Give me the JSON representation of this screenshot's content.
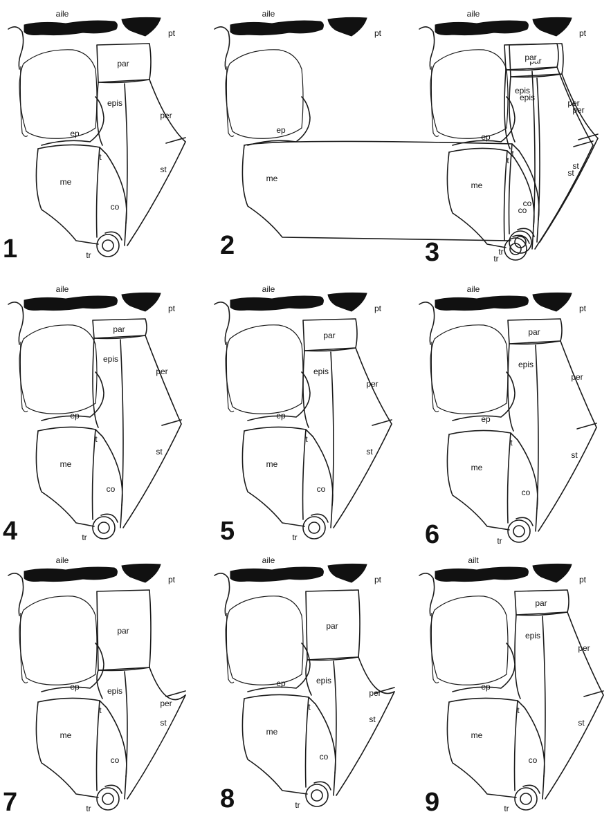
{
  "plate": {
    "panels": [
      {
        "number": "1",
        "labels": {
          "aile": "aile",
          "pt": "pt",
          "par": "par",
          "epis": "epis",
          "per": "per",
          "ep": "ep",
          "t": "t",
          "st": "st",
          "me": "me",
          "co": "co",
          "tr": "tr"
        }
      },
      {
        "number": "2",
        "labels": {
          "aile": "aile",
          "pt": "pt",
          "par": "par",
          "epis": "epis",
          "per": "per",
          "ep": "ep",
          "t": "t",
          "st": "st",
          "me": "me",
          "co": "co",
          "tr": "tr"
        }
      },
      {
        "number": "3",
        "labels": {
          "aile": "aile",
          "pt": "pt",
          "par": "par",
          "epis": "epis",
          "per": "per",
          "ep": "ep",
          "t": "t",
          "st": "st",
          "me": "me",
          "co": "co",
          "tr": "tr"
        }
      },
      {
        "number": "4",
        "labels": {
          "aile": "aile",
          "pt": "pt",
          "par": "par",
          "epis": "epis",
          "per": "per",
          "ep": "ep",
          "t": "t",
          "st": "st",
          "me": "me",
          "co": "co",
          "tr": "tr"
        }
      },
      {
        "number": "5",
        "labels": {
          "aile": "aile",
          "pt": "pt",
          "par": "par",
          "epis": "epis",
          "per": "per",
          "ep": "ep",
          "t": "t",
          "st": "st",
          "me": "me",
          "co": "co",
          "tr": "tr"
        }
      },
      {
        "number": "6",
        "labels": {
          "aile": "aile",
          "pt": "pt",
          "par": "par",
          "epis": "epis",
          "per": "per",
          "ep": "ep",
          "t": "t",
          "st": "st",
          "me": "me",
          "co": "co",
          "tr": "tr"
        }
      },
      {
        "number": "7",
        "labels": {
          "aile": "aile",
          "pt": "pt",
          "par": "par",
          "epis": "epis",
          "per": "per",
          "ep": "ep",
          "t": "t",
          "st": "st",
          "me": "me",
          "co": "co",
          "tr": "tr"
        }
      },
      {
        "number": "8",
        "labels": {
          "aile": "aile",
          "pt": "pt",
          "par": "par",
          "epis": "epis",
          "per": "per",
          "ep": "ep",
          "t": "t",
          "st": "st",
          "me": "me",
          "co": "co",
          "tr": "tr"
        }
      },
      {
        "number": "9",
        "labels": {
          "aile": "ailt",
          "pt": "pt",
          "par": "par",
          "epis": "epis",
          "per": "per",
          "ep": "ep",
          "t": "t",
          "st": "st",
          "me": "me",
          "co": "co",
          "tr": "tr"
        }
      }
    ]
  },
  "colors": {
    "ink": "#111111",
    "paper": "#ffffff"
  }
}
